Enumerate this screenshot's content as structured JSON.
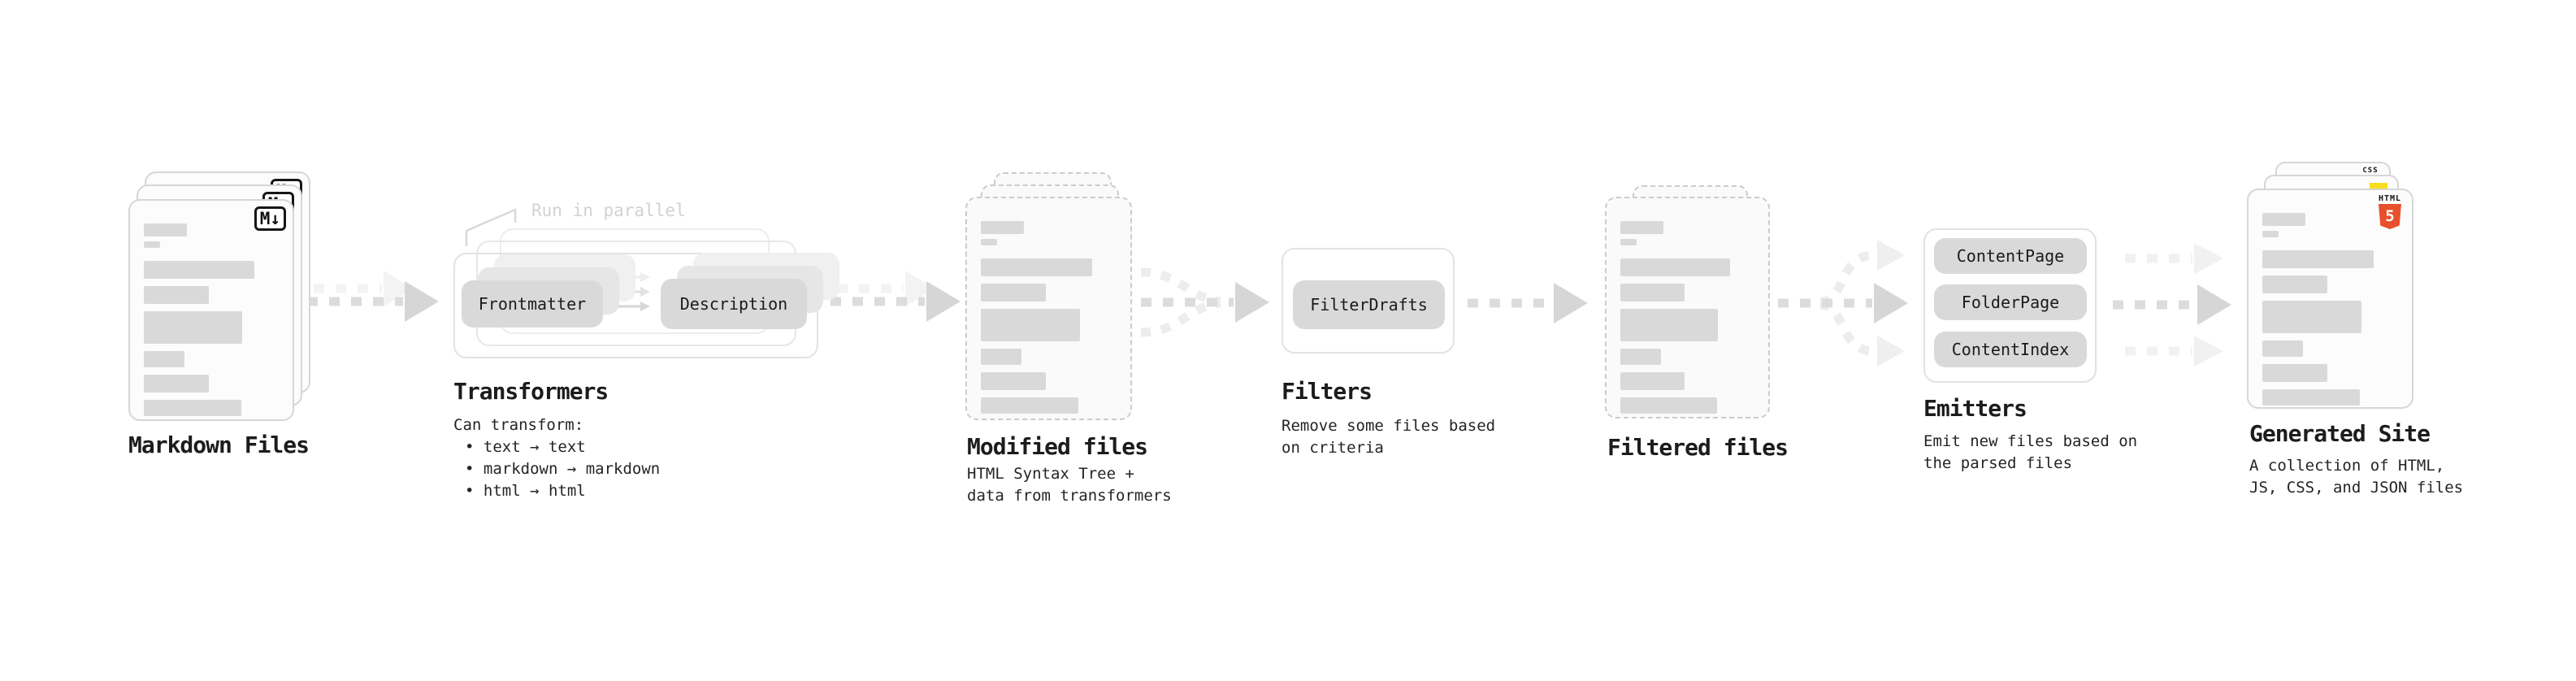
{
  "diagram": {
    "stage1": {
      "label": "Markdown Files",
      "badge": "M↓"
    },
    "stage2": {
      "annotation": "Run in parallel",
      "node_a": "Frontmatter",
      "node_b": "Description",
      "label": "Transformers",
      "desc_heading": "Can transform:",
      "bullets": [
        "• text → text",
        "• markdown → markdown",
        "• html → html"
      ]
    },
    "stage3": {
      "label": "Modified files",
      "desc": [
        "HTML Syntax Tree +",
        "data from transformers"
      ]
    },
    "stage4": {
      "node": "FilterDrafts",
      "label": "Filters",
      "desc": [
        "Remove some files based",
        "on criteria"
      ]
    },
    "stage5": {
      "label": "Filtered files"
    },
    "stage6": {
      "nodes": [
        "ContentPage",
        "FolderPage",
        "ContentIndex"
      ],
      "label": "Emitters",
      "desc": [
        "Emit new files based on",
        "the parsed files"
      ]
    },
    "stage7": {
      "label": "Generated Site",
      "desc": [
        "A collection of HTML,",
        "JS, CSS, and JSON files"
      ],
      "css_badge": "CSS",
      "html_badge_word": "HTML",
      "html_badge_number": "5"
    }
  },
  "colors": {
    "bar_gray": "#d9d9d9",
    "arrow_gray": "#dcdcdc",
    "html5_orange": "#e8502c",
    "js_yellow": "#f7df1e",
    "css_blue": "#2863e8"
  }
}
